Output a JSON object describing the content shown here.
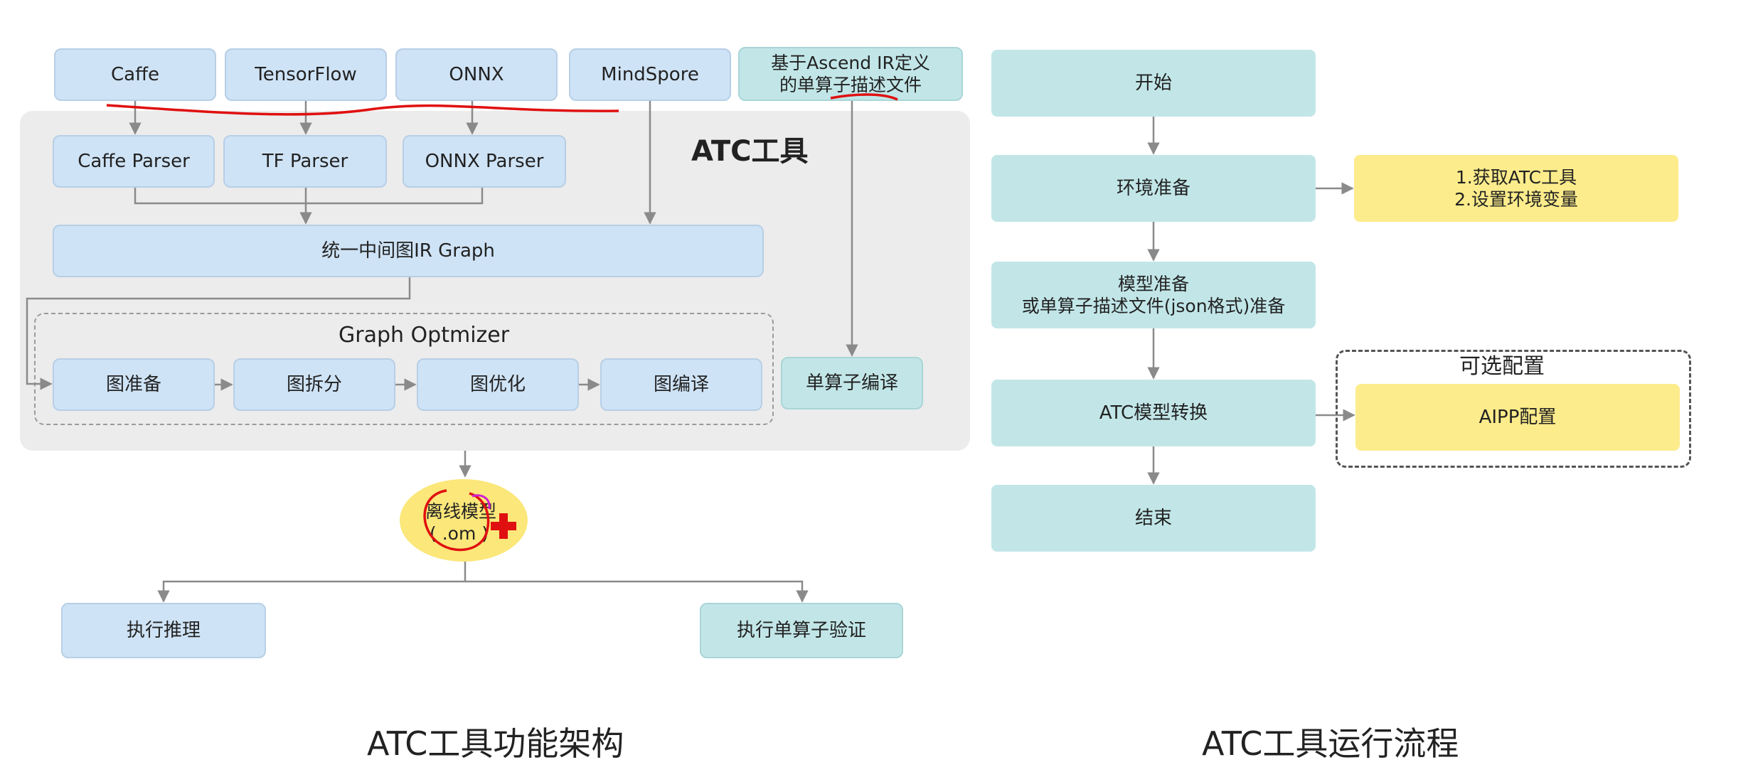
{
  "arch": {
    "inputs": {
      "caffe": "Caffe",
      "tensorflow": "TensorFlow",
      "onnx": "ONNX",
      "mindspore": "MindSpore",
      "ascend_ir": "基于Ascend IR定义\n的单算子描述文件"
    },
    "panel_title": "ATC工具",
    "parsers": {
      "caffe": "Caffe Parser",
      "tf": "TF Parser",
      "onnx": "ONNX Parser"
    },
    "ir_graph": "统一中间图IR Graph",
    "optimizer": {
      "title": "Graph Optmizer",
      "steps": [
        "图准备",
        "图拆分",
        "图优化",
        "图编译"
      ]
    },
    "single_op_compile": "单算子编译",
    "offline_model": {
      "line1": "离线模型",
      "line2": "( .om )"
    },
    "outputs": {
      "inference": "执行推理",
      "single_op_verify": "执行单算子验证"
    },
    "caption": "ATC工具功能架构"
  },
  "flow": {
    "steps": [
      "开始",
      "环境准备",
      "模型准备\n或单算子描述文件(json格式)准备",
      "ATC模型转换",
      "结束"
    ],
    "env_notes": "1.获取ATC工具\n2.设置环境变量",
    "optional_title": "可选配置",
    "aipp": "AIPP配置",
    "caption": "ATC工具运行流程"
  },
  "colors": {
    "blue_box": "#cfe3f6",
    "teal_box": "#c2e6e8",
    "yellow_box": "#fcec8b",
    "panel": "#ececec",
    "arrow": "#8a8a8a",
    "annotation_red": "#e01010",
    "annotation_magenta": "#d020d0"
  },
  "icons": {
    "cursor": "red-cross-cursor-icon"
  }
}
